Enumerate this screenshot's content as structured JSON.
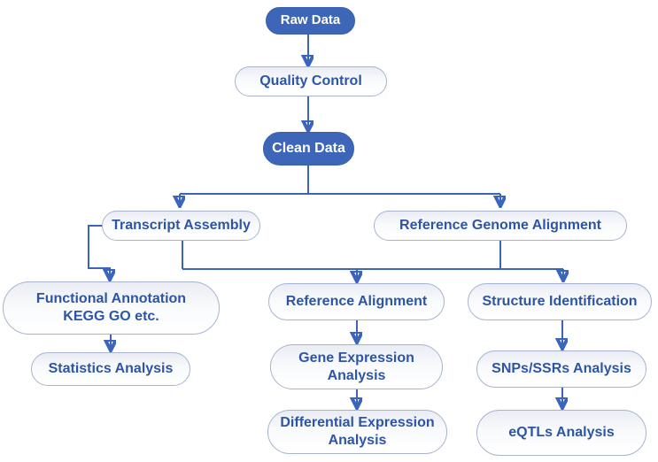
{
  "colors": {
    "filled_node_background": "#3e66b8",
    "filled_node_text": "#ffffff",
    "outline_node_border": "#a7b3cf",
    "outline_node_text": "#2d55a6",
    "connector_line": "#3b64bd",
    "page_background": "#ffffff"
  },
  "nodes": {
    "raw_data": {
      "label": "Raw Data"
    },
    "quality_control": {
      "label": "Quality Control"
    },
    "clean_data": {
      "label": "Clean Data"
    },
    "transcript_assembly": {
      "label": "Transcript Assembly"
    },
    "reference_genome_alignment": {
      "label": "Reference Genome Alignment"
    },
    "functional_annotation": {
      "line1": "Functional Annotation",
      "line2": "KEGG GO etc."
    },
    "statistics_analysis": {
      "label": "Statistics Analysis"
    },
    "reference_alignment": {
      "label": "Reference Alignment"
    },
    "gene_expression_analysis": {
      "line1": "Gene Expression",
      "line2": "Analysis"
    },
    "differential_expression_analysis": {
      "line1": "Differential Expression",
      "line2": "Analysis"
    },
    "structure_identification": {
      "label": "Structure Identification"
    },
    "snps_ssrs_analysis": {
      "label": "SNPs/SSRs Analysis"
    },
    "eqtls_analysis": {
      "label": "eQTLs Analysis"
    }
  },
  "edges": [
    {
      "from": "Raw Data",
      "to": "Quality Control"
    },
    {
      "from": "Quality Control",
      "to": "Clean Data"
    },
    {
      "from": "Clean Data",
      "to": "Transcript Assembly"
    },
    {
      "from": "Clean Data",
      "to": "Reference Genome Alignment"
    },
    {
      "from": "Transcript Assembly",
      "to": "Functional Annotation KEGG GO etc."
    },
    {
      "from": "Transcript Assembly",
      "to": "Reference Alignment"
    },
    {
      "from": "Transcript Assembly",
      "to": "Structure Identification"
    },
    {
      "from": "Reference Genome Alignment",
      "to": "Reference Alignment"
    },
    {
      "from": "Reference Genome Alignment",
      "to": "Structure Identification"
    },
    {
      "from": "Functional Annotation KEGG GO etc.",
      "to": "Statistics Analysis"
    },
    {
      "from": "Reference Alignment",
      "to": "Gene Expression Analysis"
    },
    {
      "from": "Gene Expression Analysis",
      "to": "Differential Expression Analysis"
    },
    {
      "from": "Structure Identification",
      "to": "SNPs/SSRs Analysis"
    },
    {
      "from": "SNPs/SSRs Analysis",
      "to": "eQTLs Analysis"
    }
  ]
}
